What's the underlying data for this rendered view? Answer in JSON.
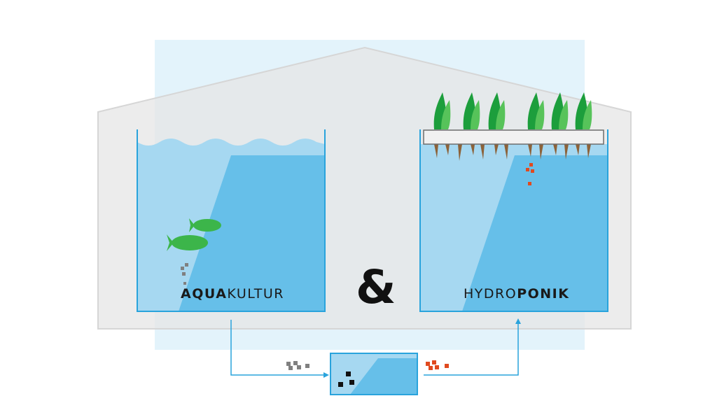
{
  "labels": {
    "aquakultur_bold": "AQUA",
    "aquakultur_rest": "KULTUR",
    "hydroponik_rest": "HYDRO",
    "hydroponik_bold": "PONIK",
    "ampersand": "&"
  },
  "colors": {
    "sky_panel": "#e3f3fb",
    "greenhouse": "#ececec",
    "greenhouse_stroke": "#d6d6d6",
    "water_light": "#a6d8f1",
    "water_dark": "#66bfe9",
    "tank_outline": "#29a3dc",
    "fish": "#3cb54a",
    "plant_dark": "#1c9e3c",
    "plant_light": "#57c35a",
    "root": "#8c6239",
    "float_board": "#f1f1f1",
    "particle_grey": "#808080",
    "particle_red": "#e04a1f",
    "particle_black": "#111111",
    "flow_arrow": "#29a3dc"
  },
  "icons": [
    "fish-icon",
    "plant-icon",
    "root-icon",
    "arrow-icon"
  ]
}
